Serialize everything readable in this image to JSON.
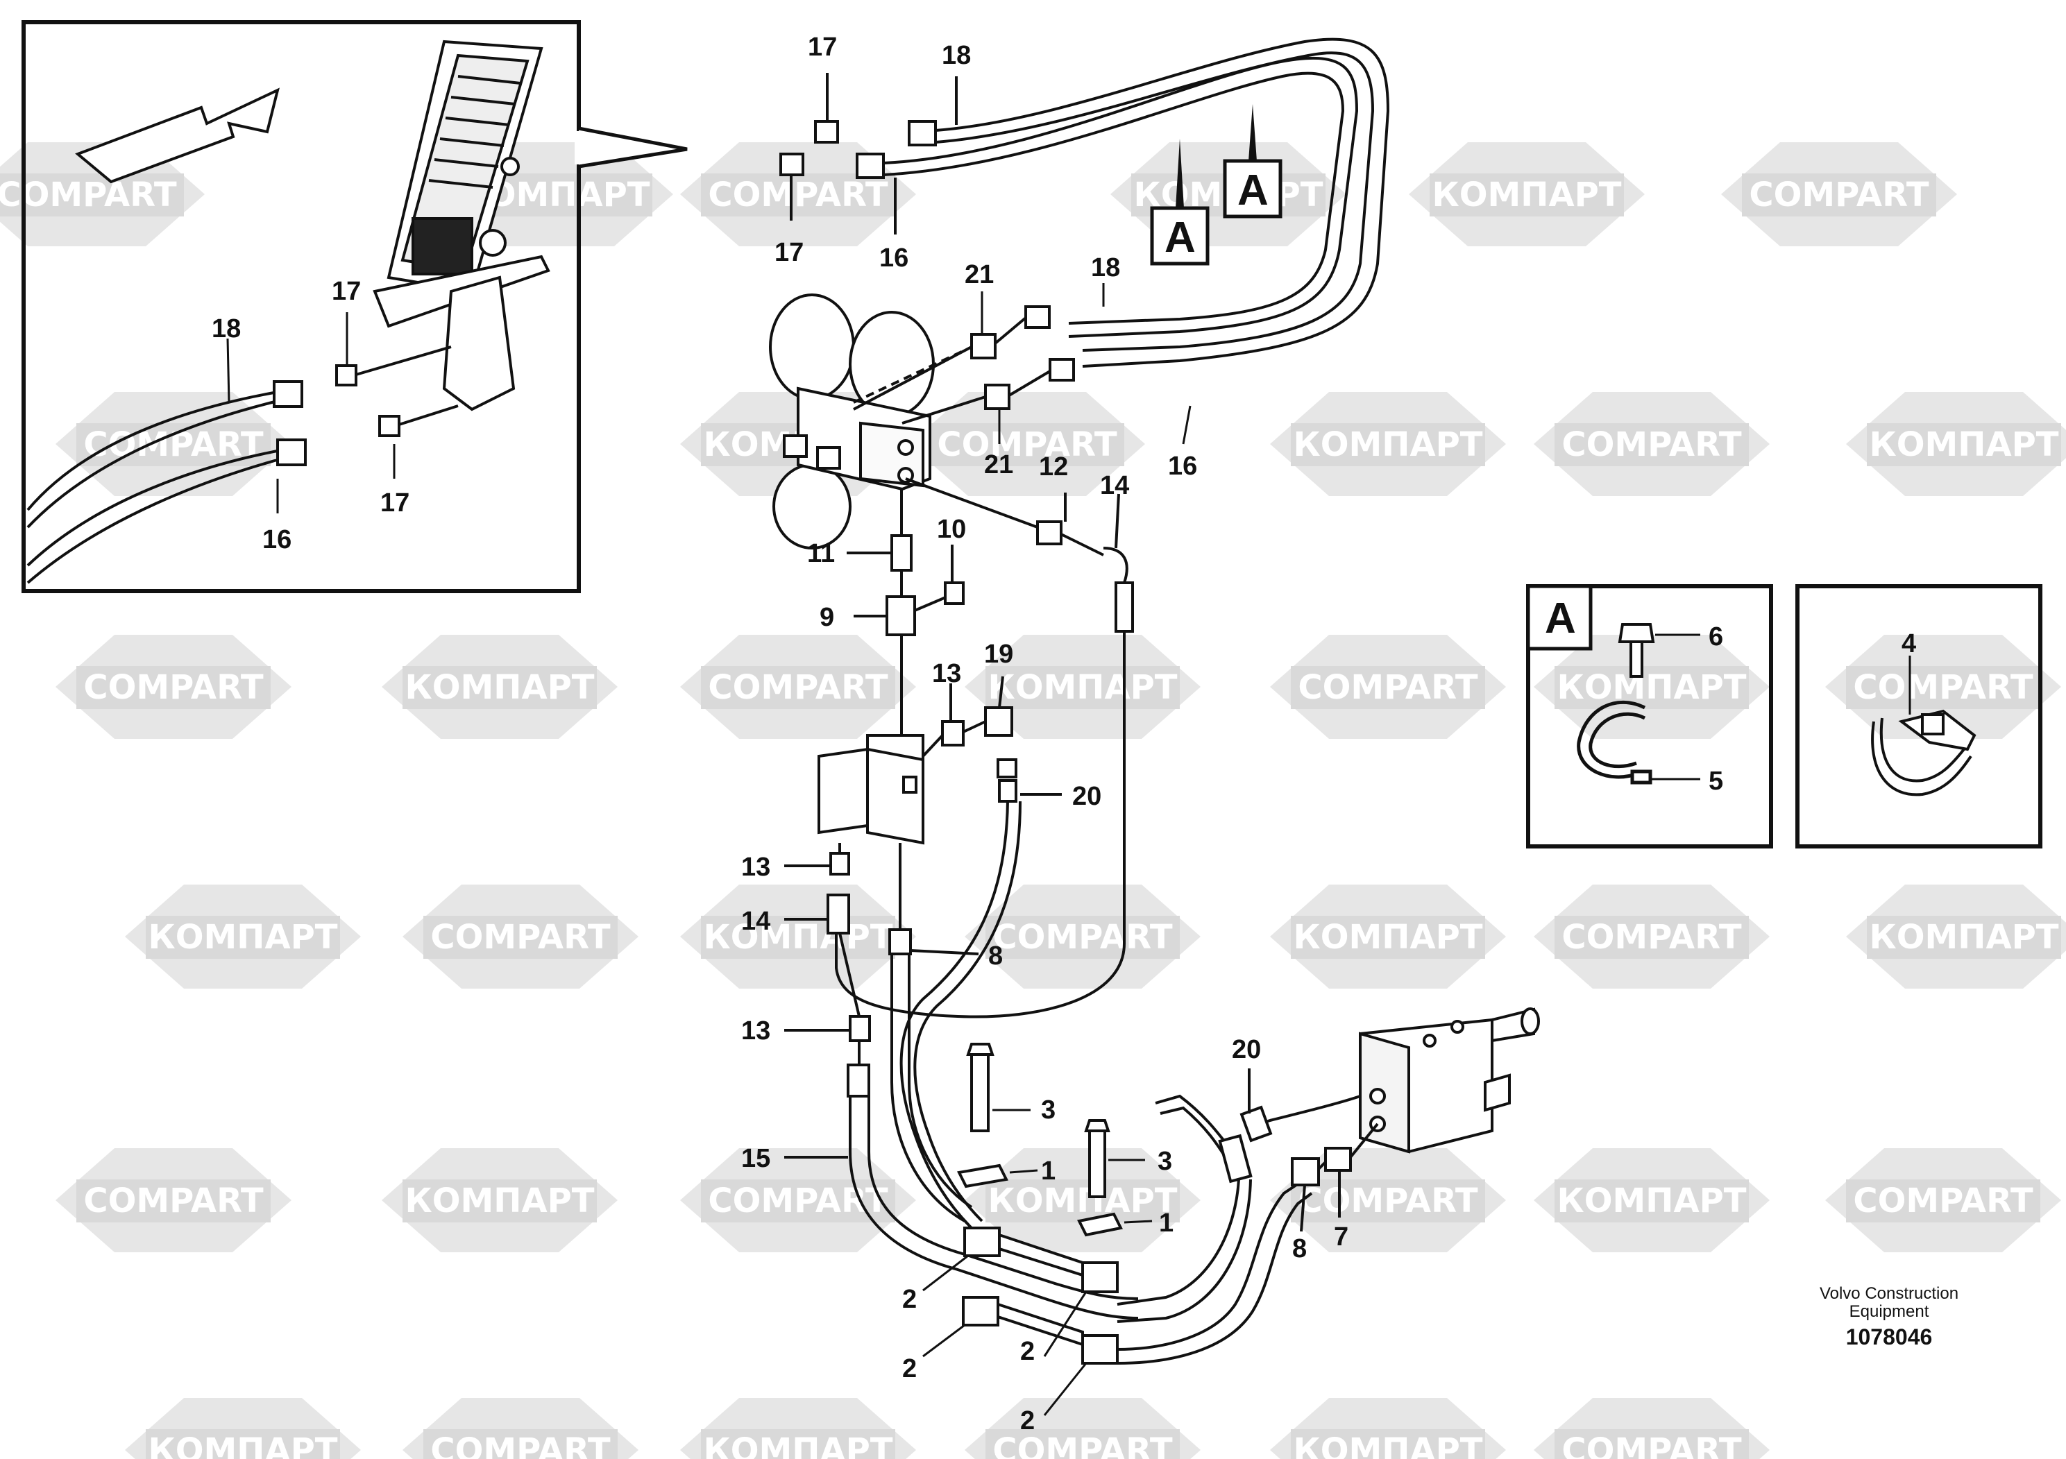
{
  "diagram": {
    "callouts": {
      "c1": "1",
      "c2": "2",
      "c3": "3",
      "c4": "4",
      "c5": "5",
      "c6": "6",
      "c7": "7",
      "c8": "8",
      "c9": "9",
      "c10": "10",
      "c11": "11",
      "c12": "12",
      "c13": "13",
      "c14": "14",
      "c15": "15",
      "c16": "16",
      "c17": "17",
      "c18": "18",
      "c19": "19",
      "c20": "20",
      "c21": "21"
    },
    "view_marker": "A",
    "detail_a_label": "A"
  },
  "watermark": {
    "latin": "COMPART",
    "cyrillic": "КОМПАРТ"
  },
  "footer": {
    "company_line1": "Volvo Construction",
    "company_line2": "Equipment",
    "doc_number": "1078046"
  }
}
